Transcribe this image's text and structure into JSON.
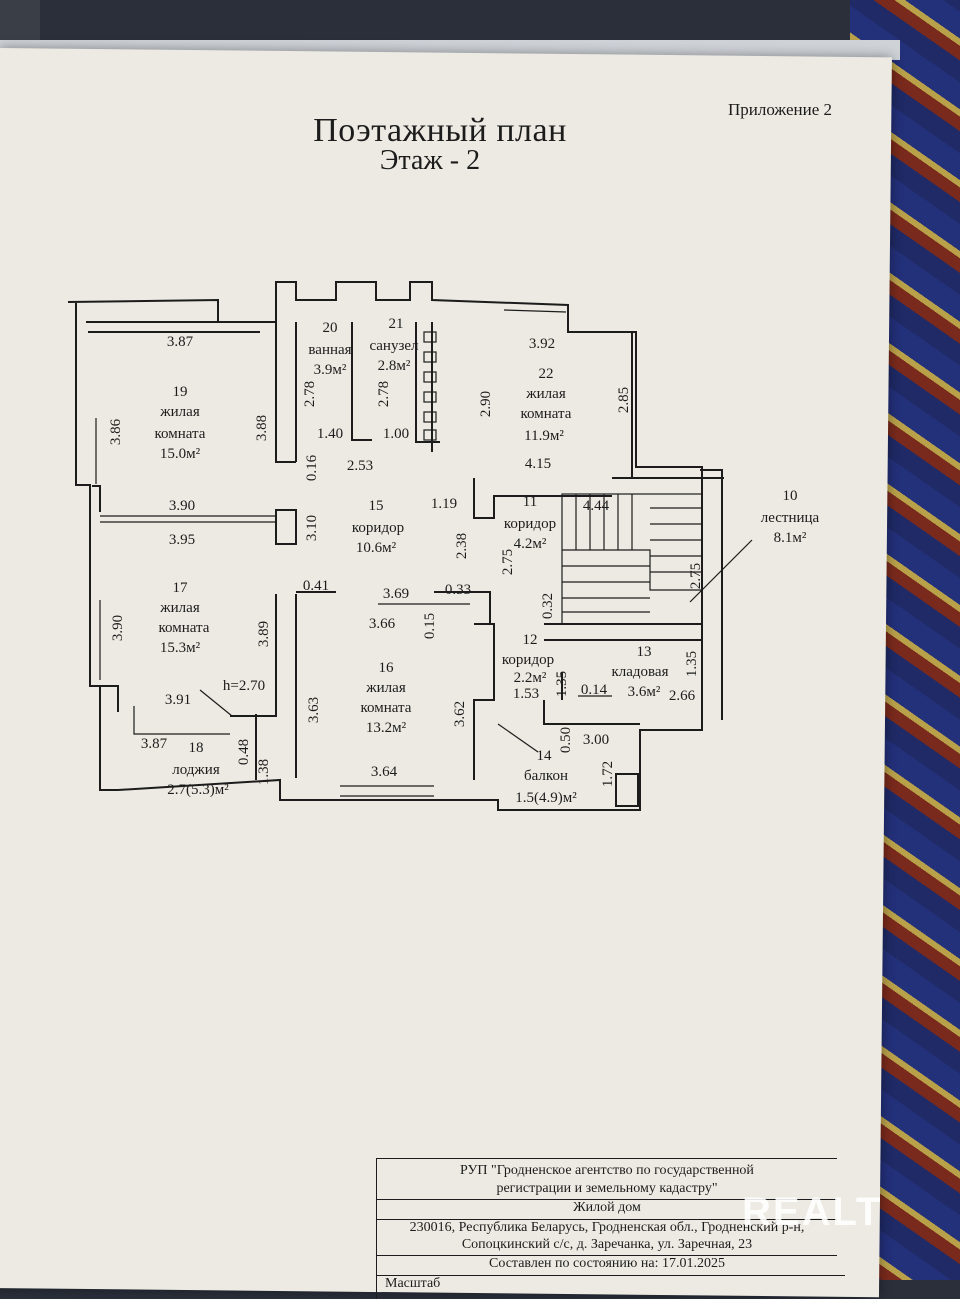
{
  "document": {
    "appendix": "Приложение 2",
    "title": "Поэтажный план",
    "floor": "Этаж - 2"
  },
  "rooms": {
    "r19": {
      "num": "19",
      "line1": "жилая",
      "line2": "комната",
      "area": "15.0м²"
    },
    "r20": {
      "num": "20",
      "line1": "ванная",
      "area": "3.9м²"
    },
    "r21": {
      "num": "21",
      "line1": "санузел",
      "area": "2.8м²"
    },
    "r22": {
      "num": "22",
      "line1": "жилая",
      "line2": "комната",
      "area": "11.9м²"
    },
    "r15": {
      "num": "15",
      "line1": "коридор",
      "area": "10.6м²"
    },
    "r11": {
      "num": "11",
      "line1": "коридор",
      "area": "4.2м²"
    },
    "r10": {
      "num": "10",
      "line1": "лестница",
      "area": "8.1м²"
    },
    "r17": {
      "num": "17",
      "line1": "жилая",
      "line2": "комната",
      "area": "15.3м²"
    },
    "r16": {
      "num": "16",
      "line1": "жилая",
      "line2": "комната",
      "area": "13.2м²"
    },
    "r12": {
      "num": "12",
      "line1": "коридор",
      "area": "2.2м²"
    },
    "r13": {
      "num": "13",
      "line1": "кладовая",
      "area": "3.6м²"
    },
    "r18": {
      "num": "18",
      "line1": "лоджия",
      "area": "2.7(5.3)м²"
    },
    "r14": {
      "num": "14",
      "line1": "балкон",
      "area": "1.5(4.9)м²"
    }
  },
  "dimensions": {
    "d387a": "3.87",
    "d392": "3.92",
    "d386": "3.86",
    "d388": "3.88",
    "d278a": "2.78",
    "d278b": "2.78",
    "d290": "2.90",
    "d285": "2.85",
    "d140": "1.40",
    "d100": "1.00",
    "d016": "0.16",
    "d253": "2.53",
    "d415": "4.15",
    "d119": "1.19",
    "d444": "4.44",
    "d390a": "3.90",
    "d395": "3.95",
    "d310": "3.10",
    "d238": "2.38",
    "d275a": "2.75",
    "d275b": "2.75",
    "d041": "0.41",
    "d369": "3.69",
    "d033": "0.33",
    "d366": "3.66",
    "d015": "0.15",
    "d390b": "3.90",
    "d389": "3.89",
    "d032": "0.32",
    "d135a": "1.35",
    "d135b": "1.35",
    "d014": "0.14",
    "d153": "1.53",
    "d266": "2.66",
    "h270": "h=2.70",
    "d391": "3.91",
    "d363": "3.63",
    "d362": "3.62",
    "d387b": "3.87",
    "d048": "0.48",
    "d138": "1.38",
    "d364": "3.64",
    "d050": "0.50",
    "d300": "3.00",
    "d172": "1.72"
  },
  "stamp": {
    "org_line1": "РУП \"Гродненское агентство по государственной",
    "org_line2": "регистрации  и земельному кадастру\"",
    "object": "Жилой дом",
    "address_line1": "230016, Республика Беларусь, Гродненская обл., Гродненский р-н,",
    "address_line2": "Сопоцкинский с/с, д. Заречанка, ул. Заречная, 23",
    "state_date": "Составлен по состоянию на: 17.01.2025",
    "scale_label": "Масштаб"
  },
  "watermark": "REALT"
}
